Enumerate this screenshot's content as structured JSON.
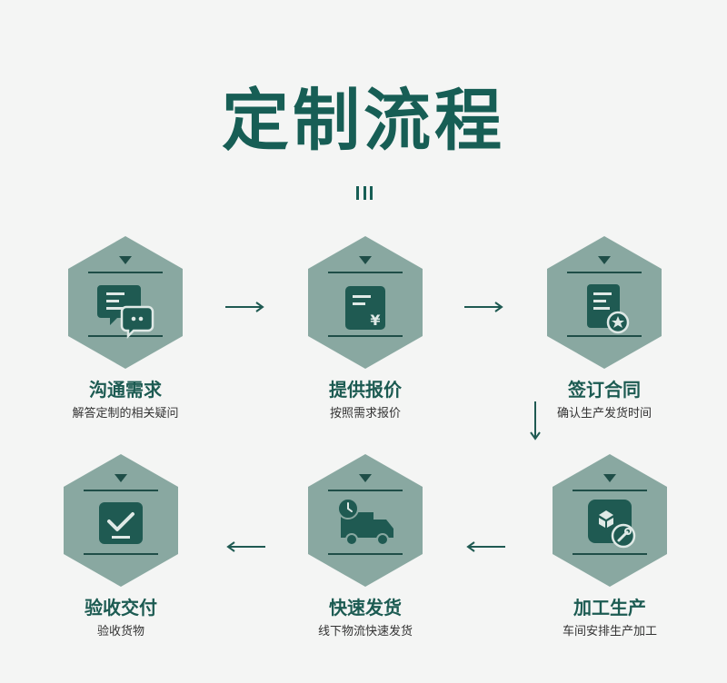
{
  "title": "定制流程",
  "colors": {
    "hex_fill": "#89a8a1",
    "accent": "#175e55",
    "background": "#f4f5f4"
  },
  "steps": [
    {
      "title": "沟通需求",
      "subtitle": "解答定制的相关疑问",
      "icon": "chat-bubbles-icon"
    },
    {
      "title": "提供报价",
      "subtitle": "按照需求报价",
      "icon": "price-quote-icon"
    },
    {
      "title": "签订合同",
      "subtitle": "确认生产发货时间",
      "icon": "contract-document-icon"
    },
    {
      "title": "加工生产",
      "subtitle": "车间安排生产加工",
      "icon": "production-tools-icon"
    },
    {
      "title": "快速发货",
      "subtitle": "线下物流快速发货",
      "icon": "delivery-truck-icon"
    },
    {
      "title": "验收交付",
      "subtitle": "验收货物",
      "icon": "checkbox-icon"
    }
  ]
}
